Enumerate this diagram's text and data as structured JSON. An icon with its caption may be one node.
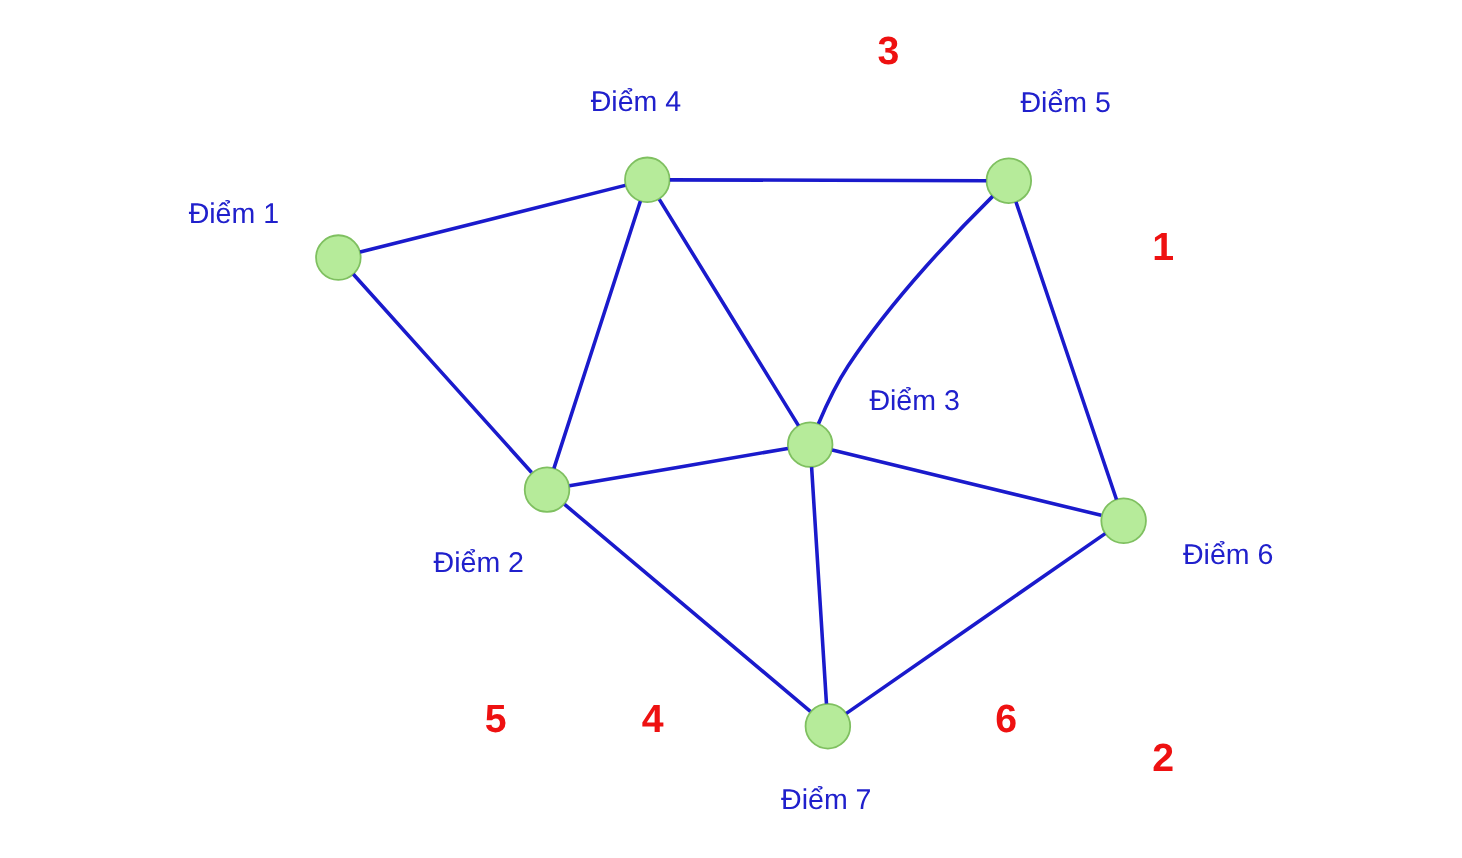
{
  "diagram": {
    "nodes": [
      {
        "text": [],
        "shape": "circle",
        "beside": [
          "Điểm 1"
        ]
      },
      {
        "text": [],
        "shape": "circle",
        "beside": [
          "Điểm 2"
        ]
      },
      {
        "text": [],
        "shape": "circle",
        "beside": [
          "Điểm 3"
        ]
      },
      {
        "text": [],
        "shape": "circle",
        "beside": [
          "Điểm 4"
        ]
      },
      {
        "text": [],
        "shape": "circle",
        "beside": [
          "Điểm 5"
        ]
      },
      {
        "text": [],
        "shape": "circle",
        "beside": [
          "Điểm 6"
        ]
      },
      {
        "text": [],
        "shape": "circle",
        "beside": [
          "Điểm 7"
        ]
      }
    ],
    "edges": [
      {
        "from": 0,
        "to": 1,
        "arrow": "none"
      },
      {
        "from": 0,
        "to": 3,
        "arrow": "none"
      },
      {
        "from": 1,
        "to": 3,
        "arrow": "none"
      },
      {
        "from": 1,
        "to": 2,
        "arrow": "none"
      },
      {
        "from": 1,
        "to": 6,
        "arrow": "none"
      },
      {
        "from": 2,
        "to": 3,
        "arrow": "none"
      },
      {
        "from": 2,
        "to": 6,
        "arrow": "none"
      },
      {
        "from": 2,
        "to": 5,
        "arrow": "none"
      },
      {
        "from": 2,
        "to": 4,
        "arrow": "none"
      },
      {
        "from": 3,
        "to": 4,
        "arrow": "none"
      },
      {
        "from": 4,
        "to": 5,
        "arrow": "none"
      },
      {
        "from": 5,
        "to": 6,
        "arrow": "none"
      }
    ],
    "labels": [
      "6",
      "5",
      "4",
      "2",
      "1",
      "3"
    ]
  }
}
